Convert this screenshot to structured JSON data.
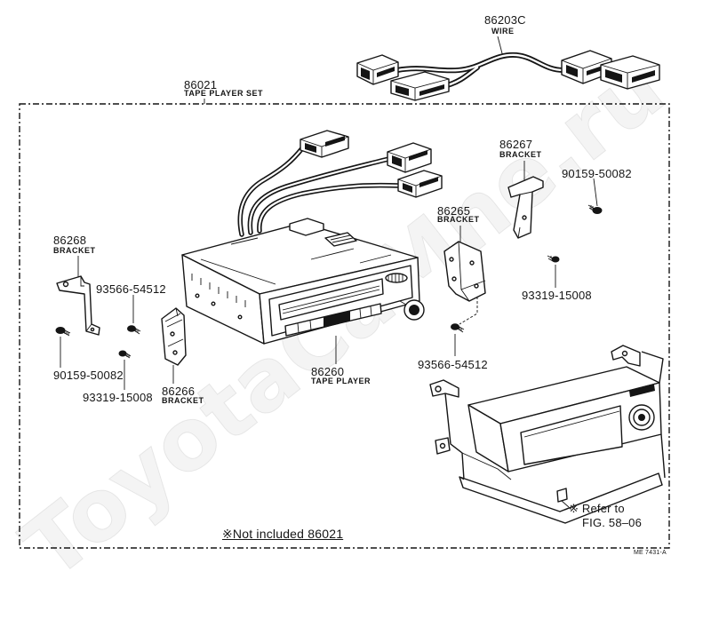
{
  "callouts": {
    "wire": {
      "number": "86203C",
      "name": "WIRE"
    },
    "tape_player_set": {
      "number": "86021",
      "name": "TAPE PLAYER SET"
    },
    "bracket_86267": {
      "number": "86267",
      "name": "BRACKET"
    },
    "fastener_90159_right": {
      "number": "90159-50082"
    },
    "bracket_86265": {
      "number": "86265",
      "name": "BRACKET"
    },
    "bracket_86268": {
      "number": "86268",
      "name": "BRACKET"
    },
    "fastener_93566_left": {
      "number": "93566-54512"
    },
    "fastener_93319_right": {
      "number": "93319-15008"
    },
    "fastener_90159_left": {
      "number": "90159-50082"
    },
    "fastener_93319_left": {
      "number": "93319-15008"
    },
    "bracket_86266": {
      "number": "86266",
      "name": "BRACKET"
    },
    "tape_player": {
      "number": "86260",
      "name": "TAPE PLAYER"
    },
    "fastener_93566_center": {
      "number": "93566-54512"
    }
  },
  "notes": {
    "not_included": "※Not included 86021",
    "refer_line1": "※ Refer to",
    "refer_line2": "FIG. 58–06"
  },
  "drawing_code": "ME 7431-A",
  "watermark": "ToyotaCaMne.ru"
}
